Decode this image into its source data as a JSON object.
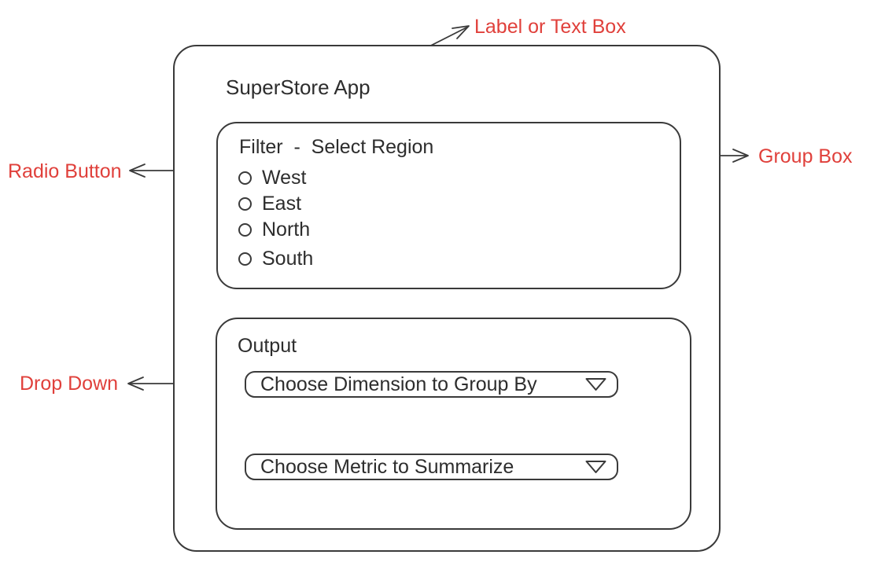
{
  "app": {
    "title": "SuperStore App",
    "filter_group": {
      "title": "Filter  -  Select Region",
      "options": [
        {
          "label": "West",
          "selected": false
        },
        {
          "label": "East",
          "selected": false
        },
        {
          "label": "North",
          "selected": false
        },
        {
          "label": "South",
          "selected": false
        }
      ]
    },
    "output_group": {
      "title": "Output",
      "dropdowns": [
        {
          "value": "Choose Dimension to Group By"
        },
        {
          "value": "Choose Metric to Summarize"
        }
      ]
    }
  },
  "annotations": {
    "label_or_text_box": {
      "label": "Label or Text Box",
      "points_to": "app-title"
    },
    "radio_button": {
      "label": "Radio Button",
      "points_to": "radio-option-west"
    },
    "group_box": {
      "label": "Group Box",
      "points_to": "filter-group-box"
    },
    "drop_down": {
      "label": "Drop Down",
      "points_to": "dropdown-dimension"
    }
  },
  "colors": {
    "annotation_red": "#e0403b",
    "line": "#3a3a3a",
    "text": "#2d2d2d",
    "background": "#ffffff"
  }
}
